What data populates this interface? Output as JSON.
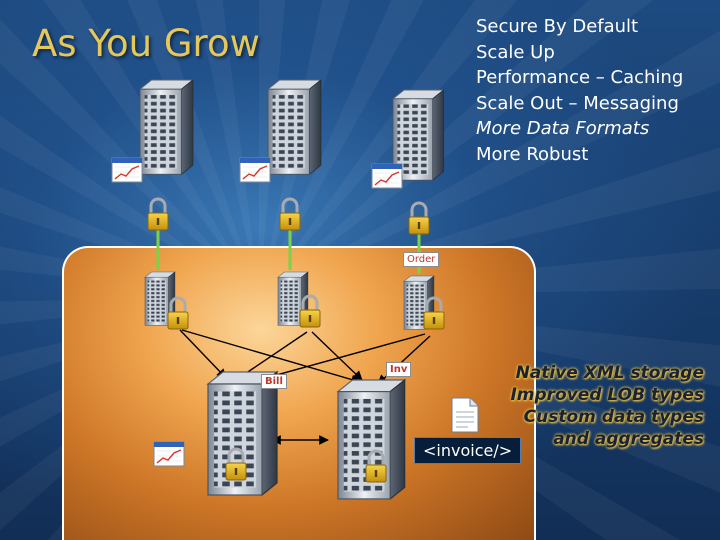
{
  "title": "As You Grow",
  "features": [
    "Secure By Default",
    "Scale Up",
    "Performance – Caching",
    "Scale Out – Messaging",
    "More Data Formats",
    "More Robust"
  ],
  "side_notes": [
    "Native XML storage",
    "Improved LOB types",
    "Custom data types",
    "and aggregates"
  ],
  "tags": {
    "order": "Order",
    "inv": "Inv",
    "bill": "Bill"
  },
  "document_label": "<invoice/>",
  "icons": [
    "server-icon",
    "chart-icon",
    "padlock-icon",
    "document-icon"
  ],
  "colors": {
    "title": "#e6c75a",
    "panel": "#f0a54e",
    "link": "#7cd04a",
    "tag_text": "#c0362c"
  }
}
